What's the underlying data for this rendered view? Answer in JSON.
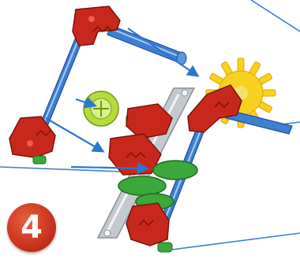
{
  "step": {
    "number": "4"
  },
  "colors": {
    "red_connector": "#c8281c",
    "blue_rod": "#3d7fd2",
    "green_connector": "#3aa83a",
    "gray_rod": "#c4c9d0",
    "yellow_gear": "#f8d020",
    "lime_wheel": "#b6dc3c",
    "arrow": "#2a77d0"
  },
  "icons": [
    "red-connector",
    "blue-rod",
    "gray-rod",
    "green-spacer",
    "yellow-gear",
    "lime-wheel",
    "assembly-arrow"
  ]
}
